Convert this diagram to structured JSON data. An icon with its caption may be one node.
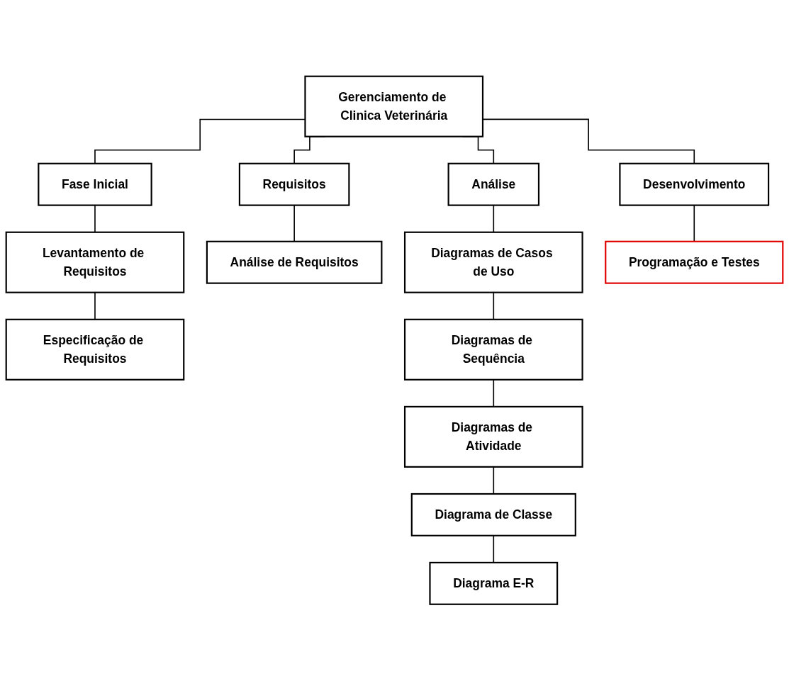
{
  "diagram": {
    "nodes": [
      {
        "text": [
          "Gerenciamento de Clinica Veterinária"
        ]
      },
      {
        "text": [
          "Fase Inicial"
        ]
      },
      {
        "text": [
          "Requisitos"
        ]
      },
      {
        "text": [
          "Análise"
        ]
      },
      {
        "text": [
          "Desenvolvimento"
        ]
      },
      {
        "text": [
          "Levantamento de Requisitos"
        ]
      },
      {
        "text": [
          "Especificação de Requisitos"
        ]
      },
      {
        "text": [
          "Análise de Requisitos"
        ]
      },
      {
        "text": [
          "Diagramas de Casos de Uso"
        ]
      },
      {
        "text": [
          "Diagramas de Sequência"
        ]
      },
      {
        "text": [
          "Diagramas de Atividade"
        ]
      },
      {
        "text": [
          "Diagrama de Classe"
        ]
      },
      {
        "text": [
          "Diagrama E-R"
        ]
      },
      {
        "text": [
          "Programação e Testes"
        ]
      }
    ],
    "edges": [
      {
        "from": 0,
        "to": 1,
        "arrow": "none"
      },
      {
        "from": 0,
        "to": 2,
        "arrow": "none"
      },
      {
        "from": 0,
        "to": 3,
        "arrow": "none"
      },
      {
        "from": 0,
        "to": 4,
        "arrow": "none"
      },
      {
        "from": 1,
        "to": 5,
        "arrow": "none"
      },
      {
        "from": 5,
        "to": 6,
        "arrow": "none"
      },
      {
        "from": 2,
        "to": 7,
        "arrow": "none"
      },
      {
        "from": 3,
        "to": 8,
        "arrow": "none"
      },
      {
        "from": 8,
        "to": 9,
        "arrow": "none"
      },
      {
        "from": 9,
        "to": 10,
        "arrow": "none"
      },
      {
        "from": 10,
        "to": 11,
        "arrow": "none"
      },
      {
        "from": 11,
        "to": 12,
        "arrow": "none"
      },
      {
        "from": 4,
        "to": 13,
        "arrow": "none"
      }
    ]
  }
}
